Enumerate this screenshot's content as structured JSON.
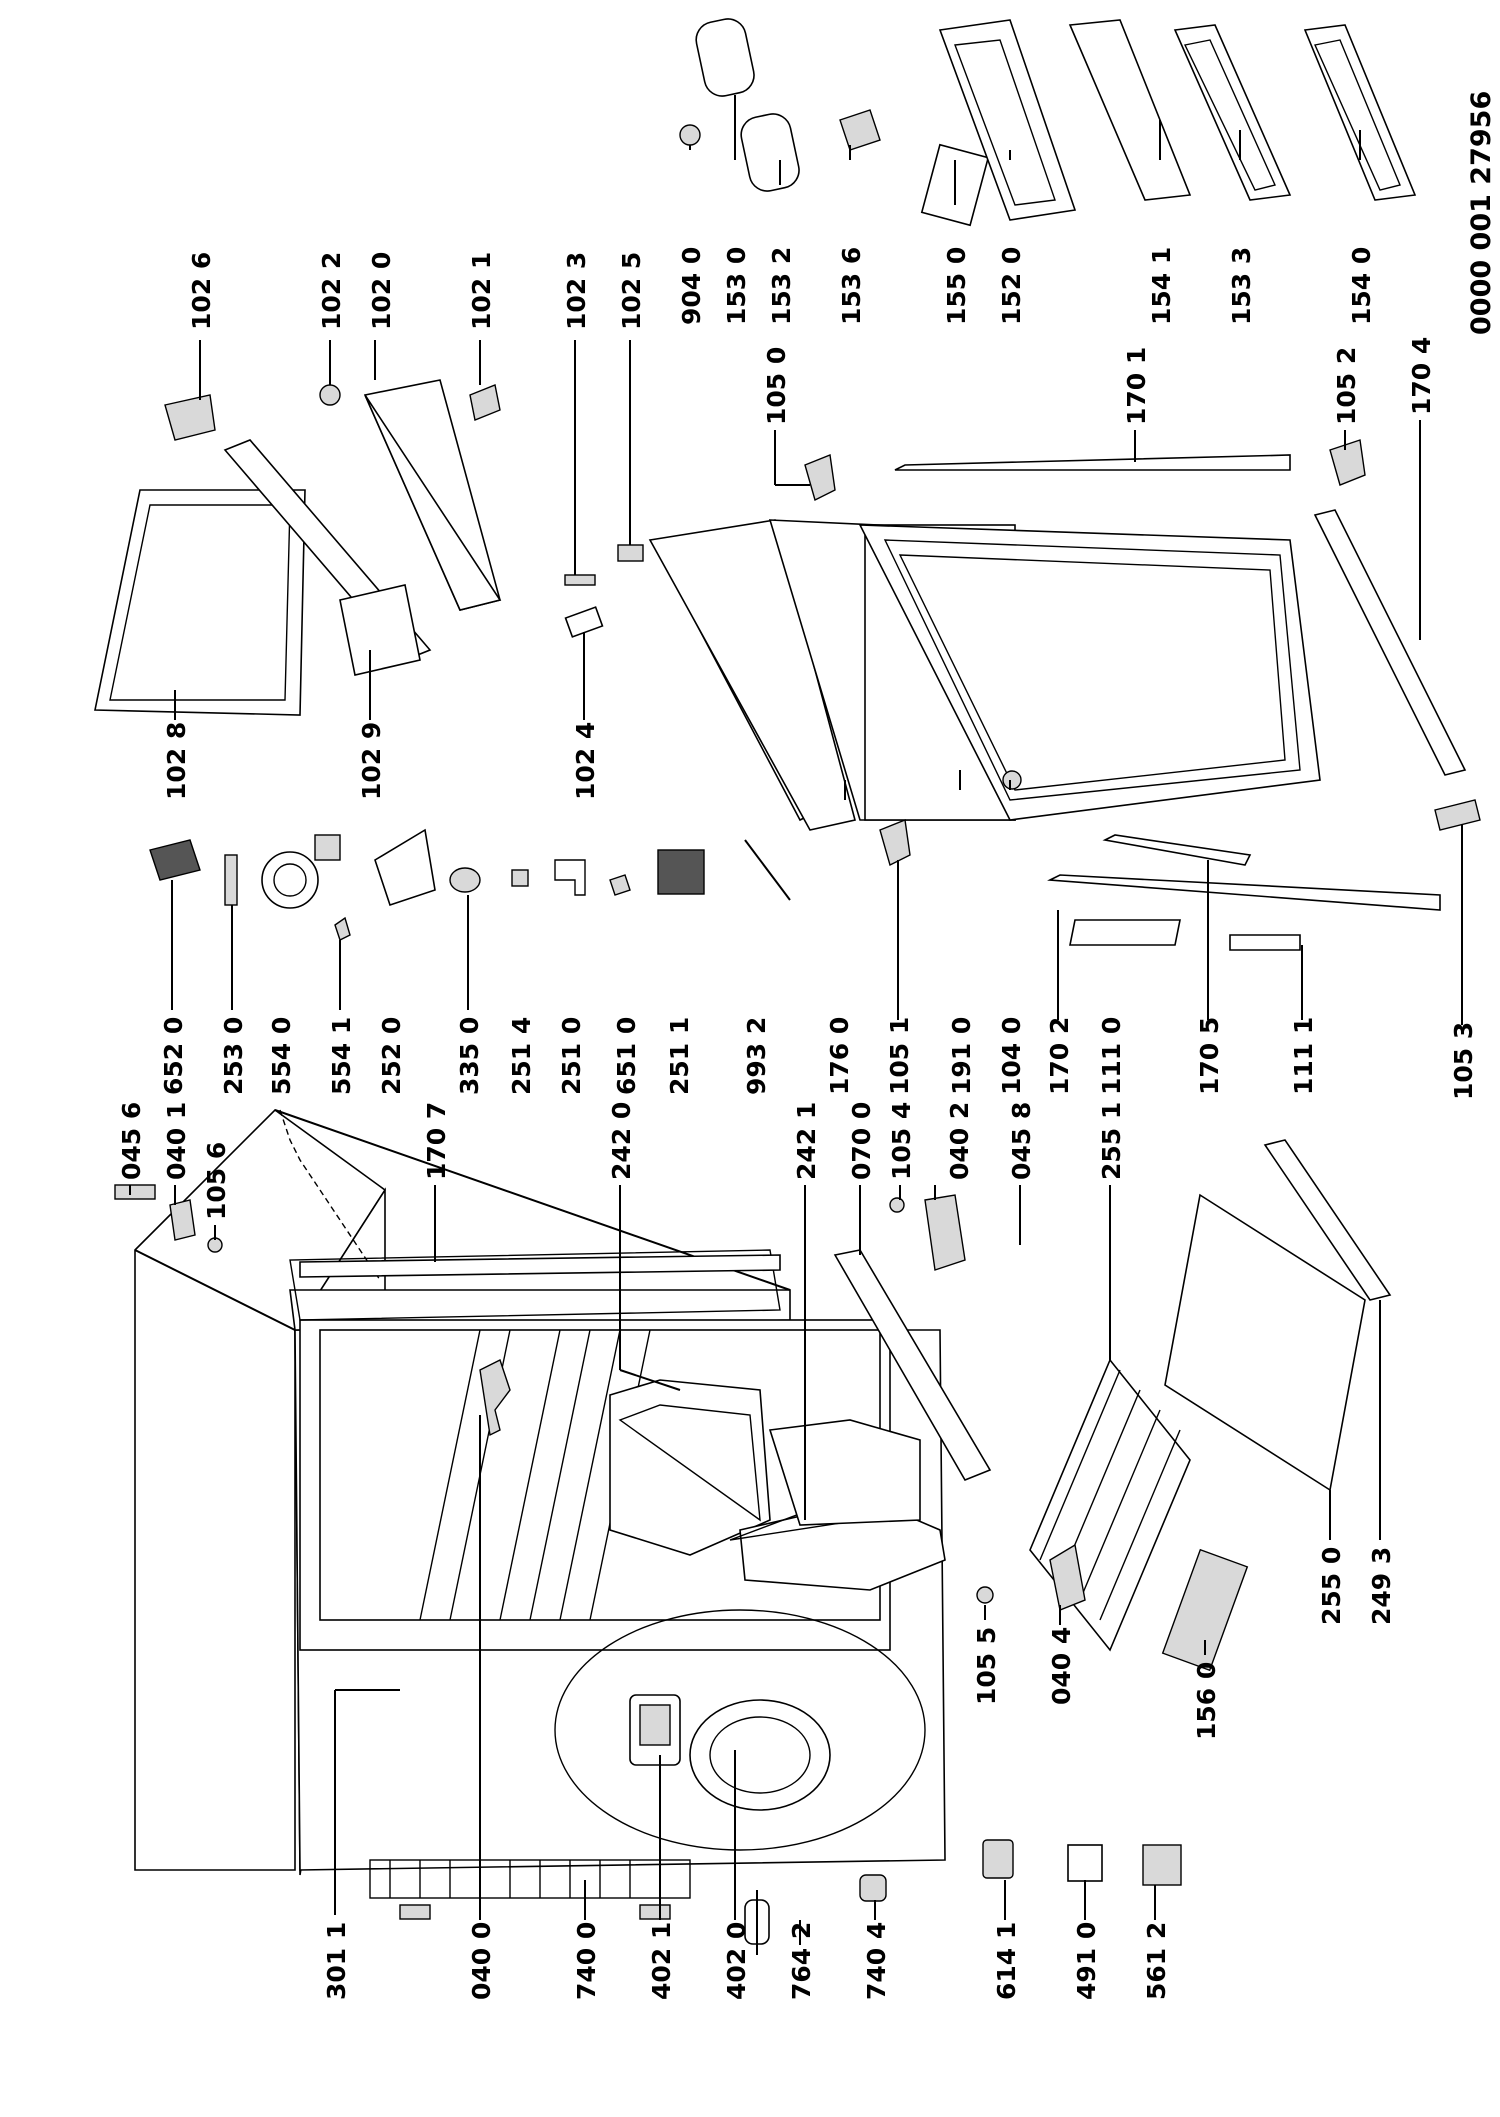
{
  "document_id": "0000 001 27956",
  "parts": [
    {
      "id": "part-301-1",
      "label": "301 1"
    },
    {
      "id": "part-040-0",
      "label": "040 0"
    },
    {
      "id": "part-740-0",
      "label": "740 0"
    },
    {
      "id": "part-402-1",
      "label": "402 1"
    },
    {
      "id": "part-402-0",
      "label": "402 0"
    },
    {
      "id": "part-764-2",
      "label": "764 2"
    },
    {
      "id": "part-740-4",
      "label": "740 4"
    },
    {
      "id": "part-614-1",
      "label": "614 1"
    },
    {
      "id": "part-491-0",
      "label": "491 0"
    },
    {
      "id": "part-561-2",
      "label": "561 2"
    },
    {
      "id": "part-105-5",
      "label": "105 5"
    },
    {
      "id": "part-040-4",
      "label": "040 4"
    },
    {
      "id": "part-156-0",
      "label": "156 0"
    },
    {
      "id": "part-255-0",
      "label": "255 0"
    },
    {
      "id": "part-249-3",
      "label": "249 3"
    },
    {
      "id": "part-045-6",
      "label": "045 6"
    },
    {
      "id": "part-040-1",
      "label": "040 1"
    },
    {
      "id": "part-105-6",
      "label": "105 6"
    },
    {
      "id": "part-170-7",
      "label": "170 7"
    },
    {
      "id": "part-242-0",
      "label": "242 0"
    },
    {
      "id": "part-242-1",
      "label": "242 1"
    },
    {
      "id": "part-070-0",
      "label": "070 0"
    },
    {
      "id": "part-105-4",
      "label": "105 4"
    },
    {
      "id": "part-040-2",
      "label": "040 2"
    },
    {
      "id": "part-045-8",
      "label": "045 8"
    },
    {
      "id": "part-255-1",
      "label": "255 1"
    },
    {
      "id": "part-652-0",
      "label": "652 0"
    },
    {
      "id": "part-253-0",
      "label": "253 0"
    },
    {
      "id": "part-554-0",
      "label": "554 0"
    },
    {
      "id": "part-554-1",
      "label": "554 1"
    },
    {
      "id": "part-252-0",
      "label": "252 0"
    },
    {
      "id": "part-335-0",
      "label": "335 0"
    },
    {
      "id": "part-251-4",
      "label": "251 4"
    },
    {
      "id": "part-251-0",
      "label": "251 0"
    },
    {
      "id": "part-651-0",
      "label": "651 0"
    },
    {
      "id": "part-251-1",
      "label": "251 1"
    },
    {
      "id": "part-993-2",
      "label": "993 2"
    },
    {
      "id": "part-176-0",
      "label": "176 0"
    },
    {
      "id": "part-105-1",
      "label": "105 1"
    },
    {
      "id": "part-191-0",
      "label": "191 0"
    },
    {
      "id": "part-104-0",
      "label": "104 0"
    },
    {
      "id": "part-170-2",
      "label": "170 2"
    },
    {
      "id": "part-111-0",
      "label": "111 0"
    },
    {
      "id": "part-170-5",
      "label": "170 5"
    },
    {
      "id": "part-111-1",
      "label": "111 1"
    },
    {
      "id": "part-105-3",
      "label": "105 3"
    },
    {
      "id": "part-102-8",
      "label": "102 8"
    },
    {
      "id": "part-102-9",
      "label": "102 9"
    },
    {
      "id": "part-102-4",
      "label": "102 4"
    },
    {
      "id": "part-102-6",
      "label": "102 6"
    },
    {
      "id": "part-102-2",
      "label": "102 2"
    },
    {
      "id": "part-102-0",
      "label": "102 0"
    },
    {
      "id": "part-102-1",
      "label": "102 1"
    },
    {
      "id": "part-102-3",
      "label": "102 3"
    },
    {
      "id": "part-102-5",
      "label": "102 5"
    },
    {
      "id": "part-105-0",
      "label": "105 0"
    },
    {
      "id": "part-170-1",
      "label": "170 1"
    },
    {
      "id": "part-105-2",
      "label": "105 2"
    },
    {
      "id": "part-170-4",
      "label": "170 4"
    },
    {
      "id": "part-904-0",
      "label": "904 0"
    },
    {
      "id": "part-153-0",
      "label": "153 0"
    },
    {
      "id": "part-153-2",
      "label": "153 2"
    },
    {
      "id": "part-153-6",
      "label": "153 6"
    },
    {
      "id": "part-155-0",
      "label": "155 0"
    },
    {
      "id": "part-152-0",
      "label": "152 0"
    },
    {
      "id": "part-154-1",
      "label": "154 1"
    },
    {
      "id": "part-153-3",
      "label": "153 3"
    },
    {
      "id": "part-154-0",
      "label": "154 0"
    }
  ]
}
